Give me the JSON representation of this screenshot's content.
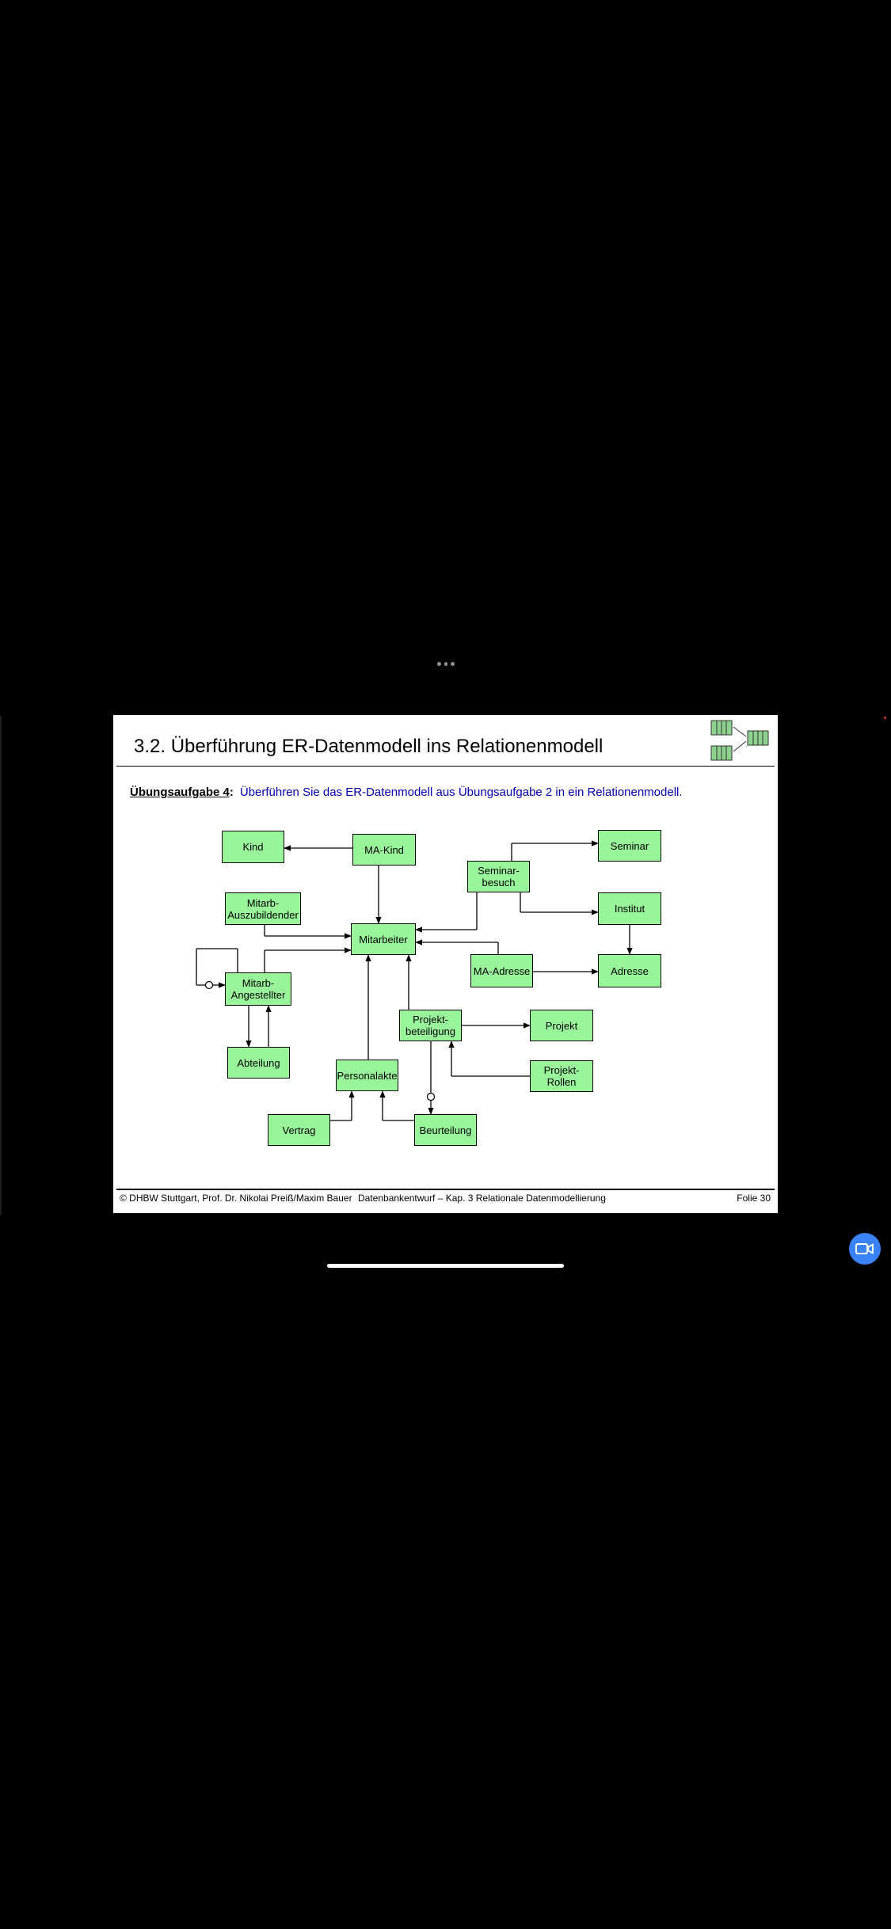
{
  "slide": {
    "title": "3.2. Überführung ER-Datenmodell ins Relationenmodell",
    "task_label": "Übungsaufgabe 4",
    "task_colon": ":",
    "task_text": "Überführen Sie das ER-Datenmodell aus Übungsaufgabe 2 in ein Relationenmodell.",
    "footer_left": "© DHBW Stuttgart, Prof. Dr. Nikolai Preiß/Maxim Bauer",
    "footer_center": "Datenbankentwurf – Kap. 3 Relationale Datenmodellierung",
    "footer_right": "Folie 30"
  },
  "diagram": {
    "entities": {
      "kind": "Kind",
      "ma_kind": "MA-Kind",
      "seminar": "Seminar",
      "seminarbesuch": "Seminar-\nbesuch",
      "mitarb_azubi": "Mitarb-\nAuszubildender",
      "mitarbeiter": "Mitarbeiter",
      "institut": "Institut",
      "ma_adresse": "MA-Adresse",
      "adresse": "Adresse",
      "mitarb_angestellter": "Mitarb-\nAngestellter",
      "projektbeteiligung": "Projekt-\nbeteiligung",
      "projekt": "Projekt",
      "abteilung": "Abteilung",
      "personalakte": "Personalakte",
      "projekt_rollen": "Projekt-\nRollen",
      "vertrag": "Vertrag",
      "beurteilung": "Beurteilung"
    },
    "colors": {
      "entity_fill": "#99f599",
      "task_text": "#0000b3"
    }
  },
  "ui": {
    "more_icon": "ellipsis-icon",
    "camera_icon": "video-camera-icon",
    "accent": "#3a82f7"
  }
}
